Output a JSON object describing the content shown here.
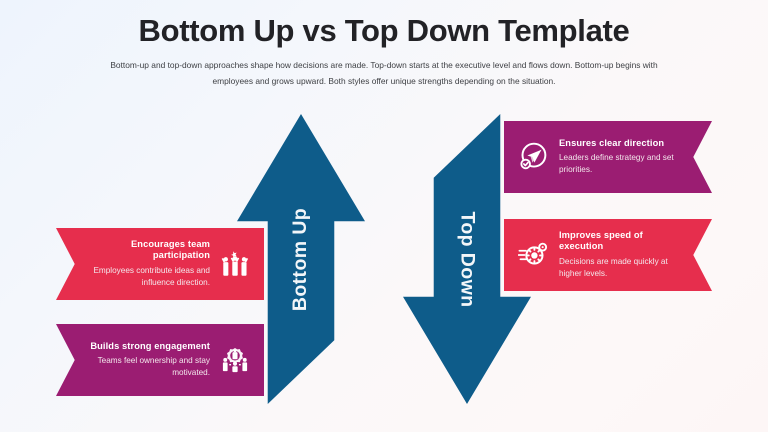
{
  "header": {
    "title": "Bottom Up vs Top Down Template",
    "subtitle": "Bottom-up and top-down approaches shape how decisions are made. Top-down starts at the executive level and flows down. Bottom-up begins with employees and grows upward. Both styles offer unique strengths depending on the situation."
  },
  "arrows": {
    "up": {
      "label": "Bottom Up",
      "color": "#0e5c8a",
      "direction": "up"
    },
    "down": {
      "label": "Top Down",
      "color": "#0e5c8a",
      "direction": "down"
    }
  },
  "colors": {
    "red": "#e62e4d",
    "purple": "#9b1d72",
    "blue": "#0e5c8a",
    "title": "#222226",
    "background_start": "#eef4fd",
    "background_end": "#fdf6f6"
  },
  "left_banners": [
    {
      "title": "Encourages team participation",
      "desc": "Employees contribute ideas and influence direction.",
      "color": "#e62e4d",
      "icon": "three-people-celebrate-icon"
    },
    {
      "title": "Builds strong engagement",
      "desc": "Teams feel ownership and stay motivated.",
      "color": "#9b1d72",
      "icon": "team-gear-icon"
    }
  ],
  "right_banners": [
    {
      "title": "Ensures clear direction",
      "desc": "Leaders define strategy and set priorities.",
      "color": "#9b1d72",
      "icon": "paper-plane-check-icon"
    },
    {
      "title": "Improves speed of execution",
      "desc": "Decisions are made quickly at higher levels.",
      "color": "#e62e4d",
      "icon": "speed-gear-icon"
    }
  ]
}
